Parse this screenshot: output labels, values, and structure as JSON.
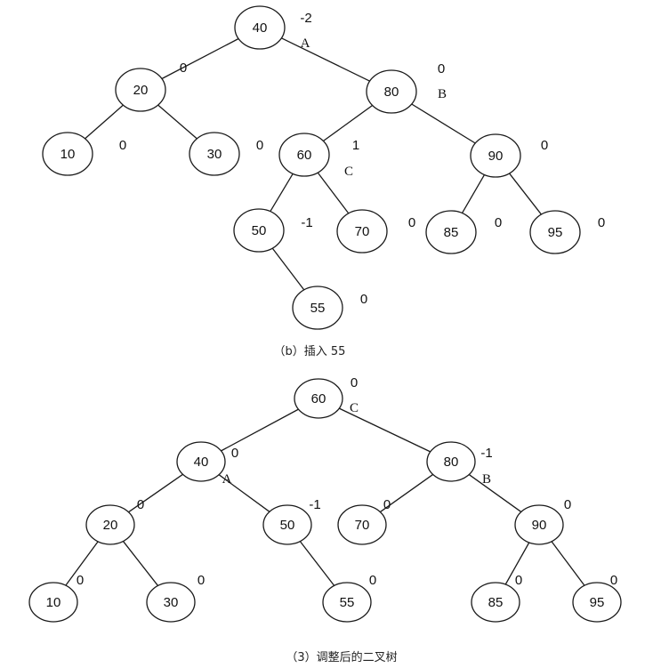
{
  "diagram_b": {
    "caption": "（b）插入 55",
    "nodes": [
      {
        "id": "b40",
        "value": "40",
        "bf": "-2",
        "tag": "A"
      },
      {
        "id": "b20",
        "value": "20",
        "bf": "0"
      },
      {
        "id": "b80",
        "value": "80",
        "bf": "0",
        "tag": "B"
      },
      {
        "id": "b10",
        "value": "10",
        "bf": "0"
      },
      {
        "id": "b30",
        "value": "30",
        "bf": "0"
      },
      {
        "id": "b60",
        "value": "60",
        "bf": "1",
        "tag": "C"
      },
      {
        "id": "b90",
        "value": "90",
        "bf": "0"
      },
      {
        "id": "b50",
        "value": "50",
        "bf": "-1"
      },
      {
        "id": "b70",
        "value": "70",
        "bf": "0"
      },
      {
        "id": "b85",
        "value": "85",
        "bf": "0"
      },
      {
        "id": "b95",
        "value": "95",
        "bf": "0"
      },
      {
        "id": "b55",
        "value": "55",
        "bf": "0"
      }
    ],
    "edges": [
      [
        "b40",
        "b20"
      ],
      [
        "b40",
        "b80"
      ],
      [
        "b20",
        "b10"
      ],
      [
        "b20",
        "b30"
      ],
      [
        "b80",
        "b60"
      ],
      [
        "b80",
        "b90"
      ],
      [
        "b60",
        "b50"
      ],
      [
        "b60",
        "b70"
      ],
      [
        "b90",
        "b85"
      ],
      [
        "b90",
        "b95"
      ],
      [
        "b50",
        "b55"
      ]
    ]
  },
  "diagram_3": {
    "caption": "（3）调整后的二叉树",
    "nodes": [
      {
        "id": "c60",
        "value": "60",
        "bf": "0",
        "tag": "C"
      },
      {
        "id": "c40",
        "value": "40",
        "bf": "0",
        "tag": "A"
      },
      {
        "id": "c80",
        "value": "80",
        "bf": "-1",
        "tag": "B"
      },
      {
        "id": "c20",
        "value": "20",
        "bf": "0"
      },
      {
        "id": "c50",
        "value": "50",
        "bf": "-1"
      },
      {
        "id": "c70",
        "value": "70",
        "bf": "0"
      },
      {
        "id": "c90",
        "value": "90",
        "bf": "0"
      },
      {
        "id": "c10",
        "value": "10",
        "bf": "0"
      },
      {
        "id": "c30",
        "value": "30",
        "bf": "0"
      },
      {
        "id": "c55",
        "value": "55",
        "bf": "0"
      },
      {
        "id": "c85",
        "value": "85",
        "bf": "0"
      },
      {
        "id": "c95",
        "value": "95",
        "bf": "0"
      }
    ],
    "edges": [
      [
        "c60",
        "c40"
      ],
      [
        "c60",
        "c80"
      ],
      [
        "c40",
        "c20"
      ],
      [
        "c40",
        "c50"
      ],
      [
        "c80",
        "c70"
      ],
      [
        "c80",
        "c90"
      ],
      [
        "c20",
        "c10"
      ],
      [
        "c20",
        "c30"
      ],
      [
        "c50",
        "c55"
      ],
      [
        "c90",
        "c85"
      ],
      [
        "c90",
        "c95"
      ]
    ]
  }
}
